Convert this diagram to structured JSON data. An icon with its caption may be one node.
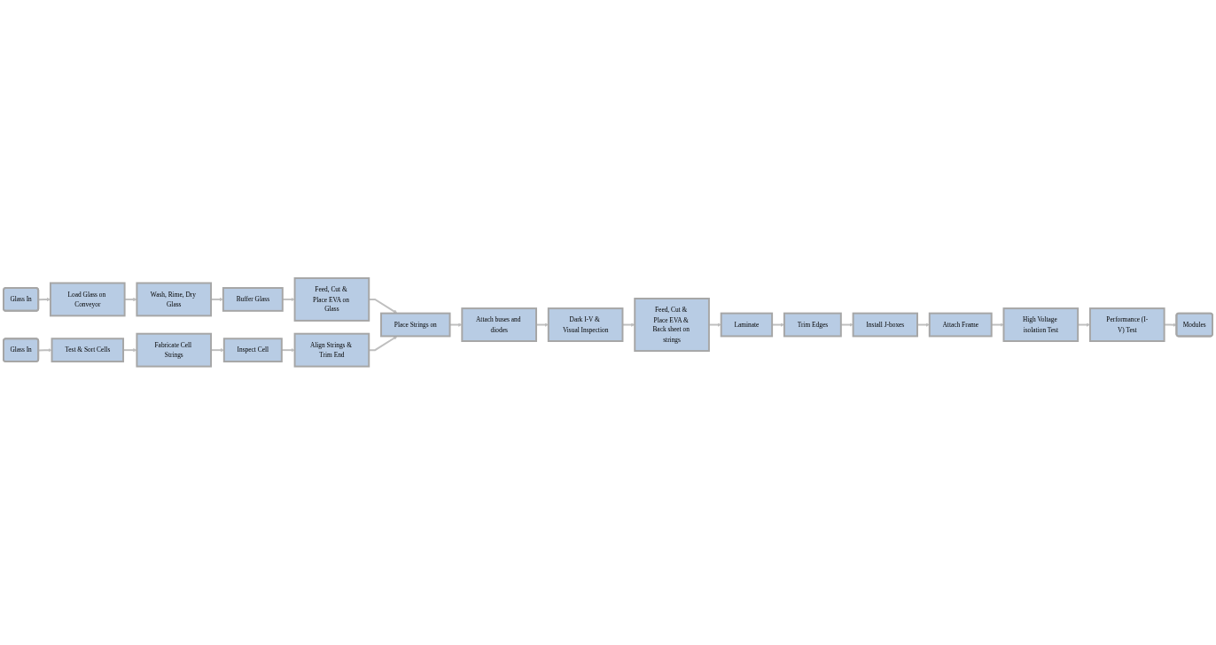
{
  "diagram": {
    "nodes": [
      {
        "text": [
          "Glass In"
        ]
      },
      {
        "text": [
          "Load Glass on Conveyor"
        ]
      },
      {
        "text": [
          "Wash, Rime, Dry Glass"
        ]
      },
      {
        "text": [
          "Buffer Glass"
        ]
      },
      {
        "text": [
          "Feed, Cut & Place EVA on Glass"
        ]
      },
      {
        "text": [
          "Glass In"
        ]
      },
      {
        "text": [
          "Test & Sort Cells"
        ]
      },
      {
        "text": [
          "Fabricate Cell Strings"
        ]
      },
      {
        "text": [
          "Inspect Cell"
        ]
      },
      {
        "text": [
          "Align Strings & Trim End"
        ]
      },
      {
        "text": [
          "Place Strings on"
        ]
      },
      {
        "text": [
          "Attach buses and diodes"
        ]
      },
      {
        "text": [
          "Dark I-V & Visual Inspection"
        ]
      },
      {
        "text": [
          "Feed, Cut & Place EVA & Back sheet on strings"
        ]
      },
      {
        "text": [
          "Laminate"
        ]
      },
      {
        "text": [
          "Trim Edges"
        ]
      },
      {
        "text": [
          "Install J-boxes"
        ]
      },
      {
        "text": [
          "Attach Frame"
        ]
      },
      {
        "text": [
          "High Voltage isolation Test"
        ]
      },
      {
        "text": [
          "Performance (I-V) Test"
        ]
      },
      {
        "text": [
          "Modules"
        ]
      }
    ],
    "edges": [
      {
        "from": 0,
        "to": 1,
        "arrow": "to"
      },
      {
        "from": 1,
        "to": 2,
        "arrow": "to"
      },
      {
        "from": 2,
        "to": 3,
        "arrow": "to"
      },
      {
        "from": 3,
        "to": 4,
        "arrow": "to"
      },
      {
        "from": 4,
        "to": 10,
        "arrow": "to"
      },
      {
        "from": 5,
        "to": 6,
        "arrow": "to"
      },
      {
        "from": 6,
        "to": 7,
        "arrow": "to"
      },
      {
        "from": 7,
        "to": 8,
        "arrow": "to"
      },
      {
        "from": 8,
        "to": 9,
        "arrow": "to"
      },
      {
        "from": 9,
        "to": 10,
        "arrow": "to"
      },
      {
        "from": 10,
        "to": 11,
        "arrow": "to"
      },
      {
        "from": 11,
        "to": 12,
        "arrow": "to"
      },
      {
        "from": 12,
        "to": 13,
        "arrow": "to"
      },
      {
        "from": 13,
        "to": 14,
        "arrow": "to"
      },
      {
        "from": 14,
        "to": 15,
        "arrow": "to"
      },
      {
        "from": 15,
        "to": 16,
        "arrow": "to"
      },
      {
        "from": 16,
        "to": 17,
        "arrow": "to"
      },
      {
        "from": 17,
        "to": 18,
        "arrow": "to"
      },
      {
        "from": 18,
        "to": 19,
        "arrow": "to"
      },
      {
        "from": 19,
        "to": 20,
        "arrow": "to"
      }
    ]
  }
}
